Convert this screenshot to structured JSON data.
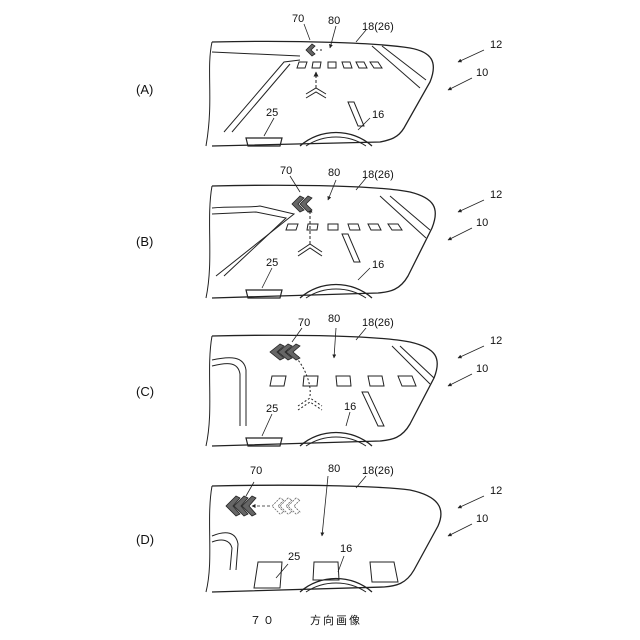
{
  "figure": {
    "panels": [
      {
        "id": "A",
        "label": "(A)",
        "ref_arrow": "70",
        "ref_point": "80",
        "ref_windshield": "18(26)",
        "ref_vehicle": "12",
        "ref_view": "10",
        "ref_mirror": "25",
        "ref_hood": "16"
      },
      {
        "id": "B",
        "label": "(B)",
        "ref_arrow": "70",
        "ref_point": "80",
        "ref_windshield": "18(26)",
        "ref_vehicle": "12",
        "ref_view": "10",
        "ref_mirror": "25",
        "ref_hood": "16"
      },
      {
        "id": "C",
        "label": "(C)",
        "ref_arrow": "70",
        "ref_point": "80",
        "ref_windshield": "18(26)",
        "ref_vehicle": "12",
        "ref_view": "10",
        "ref_mirror": "25",
        "ref_hood": "16"
      },
      {
        "id": "D",
        "label": "(D)",
        "ref_arrow": "70",
        "ref_point": "80",
        "ref_windshield": "18(26)",
        "ref_vehicle": "12",
        "ref_view": "10",
        "ref_mirror": "25",
        "ref_hood": "16"
      }
    ],
    "caption": {
      "number": "７０",
      "text": "方向画像"
    },
    "colors": {
      "line": "#222222",
      "arrow_fill": "#666666",
      "paper": "#ffffff"
    }
  }
}
